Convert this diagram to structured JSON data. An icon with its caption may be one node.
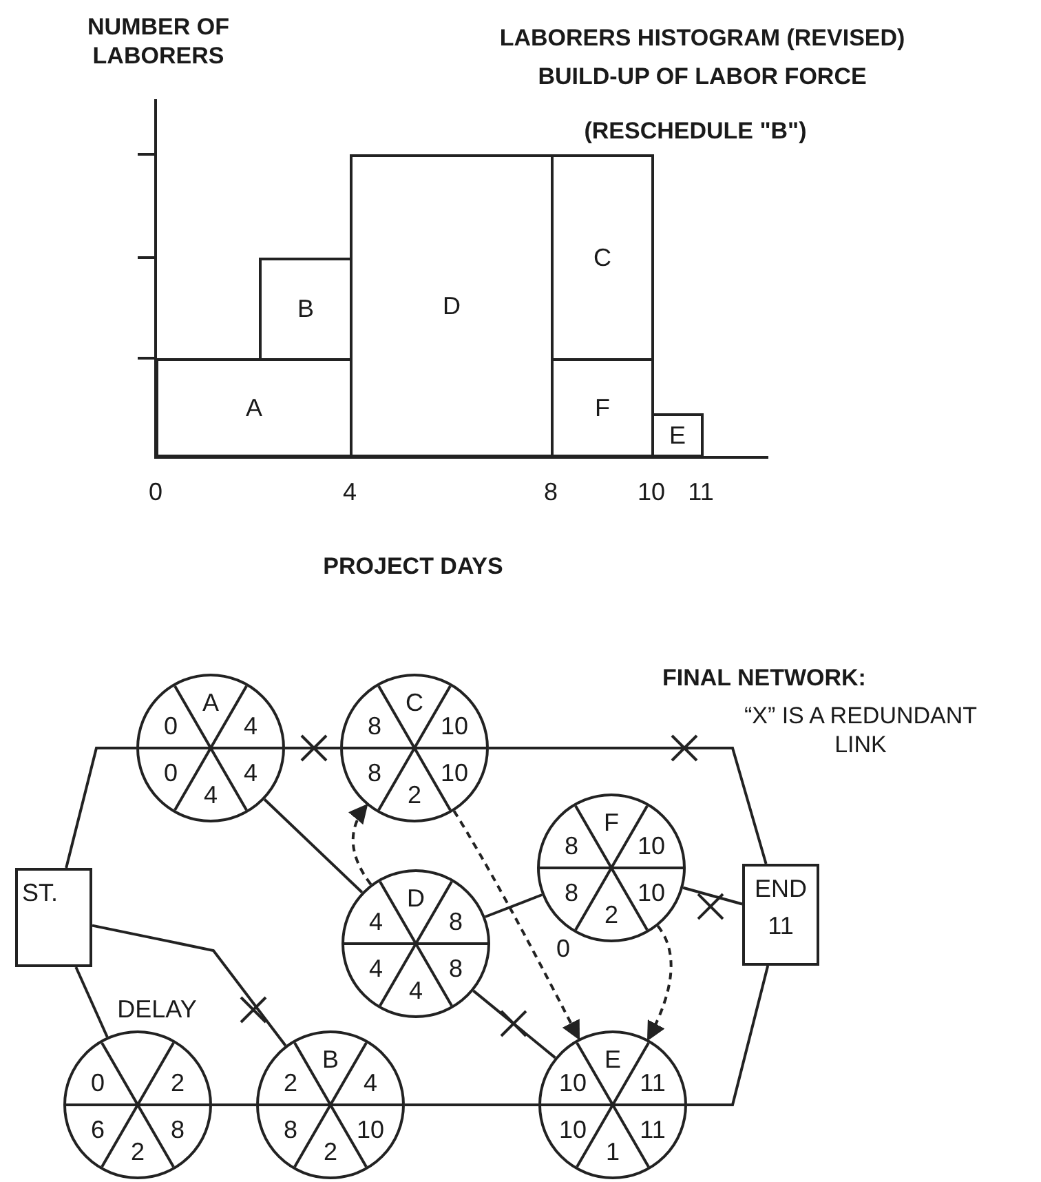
{
  "diagram": {
    "title": "LABORERS HISTOGRAM (REVISED) BUILD-UP OF LABOR FORCE",
    "nodes": [
      {
        "text": [
          "A"
        ]
      },
      {
        "text": [
          "B"
        ]
      },
      {
        "text": [
          "D"
        ]
      },
      {
        "text": [
          "C"
        ]
      },
      {
        "text": [
          "F"
        ]
      },
      {
        "text": [
          "E"
        ]
      },
      {
        "text": [
          "ST."
        ]
      },
      {
        "text": [
          "A",
          "0",
          "4",
          "0",
          "4",
          "4"
        ]
      },
      {
        "text": [
          "C",
          "8",
          "10",
          "8",
          "10",
          "2"
        ]
      },
      {
        "text": [
          "D",
          "4",
          "8",
          "4",
          "8",
          "4"
        ]
      },
      {
        "text": [
          "F",
          "8",
          "10",
          "8",
          "10",
          "2"
        ],
        "beside": [
          "0"
        ]
      },
      {
        "text": [
          "END",
          "11"
        ]
      },
      {
        "text": [
          "0",
          "2",
          "6",
          "8",
          "2"
        ],
        "beside": [
          "DELAY"
        ]
      },
      {
        "text": [
          "B",
          "2",
          "4",
          "8",
          "10",
          "2"
        ]
      },
      {
        "text": [
          "E",
          "10",
          "11",
          "10",
          "11",
          "1"
        ]
      }
    ],
    "edges": [
      {
        "from": 6,
        "to": 7,
        "arrow": "none"
      },
      {
        "from": 7,
        "to": 8,
        "arrow": "none"
      },
      {
        "from": 8,
        "to": 11,
        "arrow": "none"
      },
      {
        "from": 7,
        "to": 9,
        "arrow": "none"
      },
      {
        "from": 9,
        "to": 10,
        "arrow": "none"
      },
      {
        "from": 10,
        "to": 11,
        "arrow": "none"
      },
      {
        "from": 9,
        "to": 14,
        "arrow": "none"
      },
      {
        "from": 6,
        "to": 13,
        "arrow": "none"
      },
      {
        "from": 6,
        "to": 12,
        "arrow": "none"
      },
      {
        "from": 12,
        "to": 13,
        "arrow": "none"
      },
      {
        "from": 13,
        "to": 14,
        "arrow": "none"
      },
      {
        "from": 14,
        "to": 11,
        "arrow": "none"
      },
      {
        "from": 9,
        "to": 8,
        "arrow": "to",
        "style": "dashed"
      },
      {
        "from": 8,
        "to": 14,
        "arrow": "to",
        "style": "dashed"
      },
      {
        "from": 10,
        "to": 14,
        "arrow": "to",
        "style": "dashed"
      }
    ],
    "labels": [
      "NUMBER OF LABORERS",
      "(RESCHEDULE \"B\")",
      "0",
      "4",
      "8",
      "10",
      "11",
      "PROJECT DAYS",
      "FINAL NETWORK:",
      "“X” IS A REDUNDANT LINK"
    ]
  }
}
